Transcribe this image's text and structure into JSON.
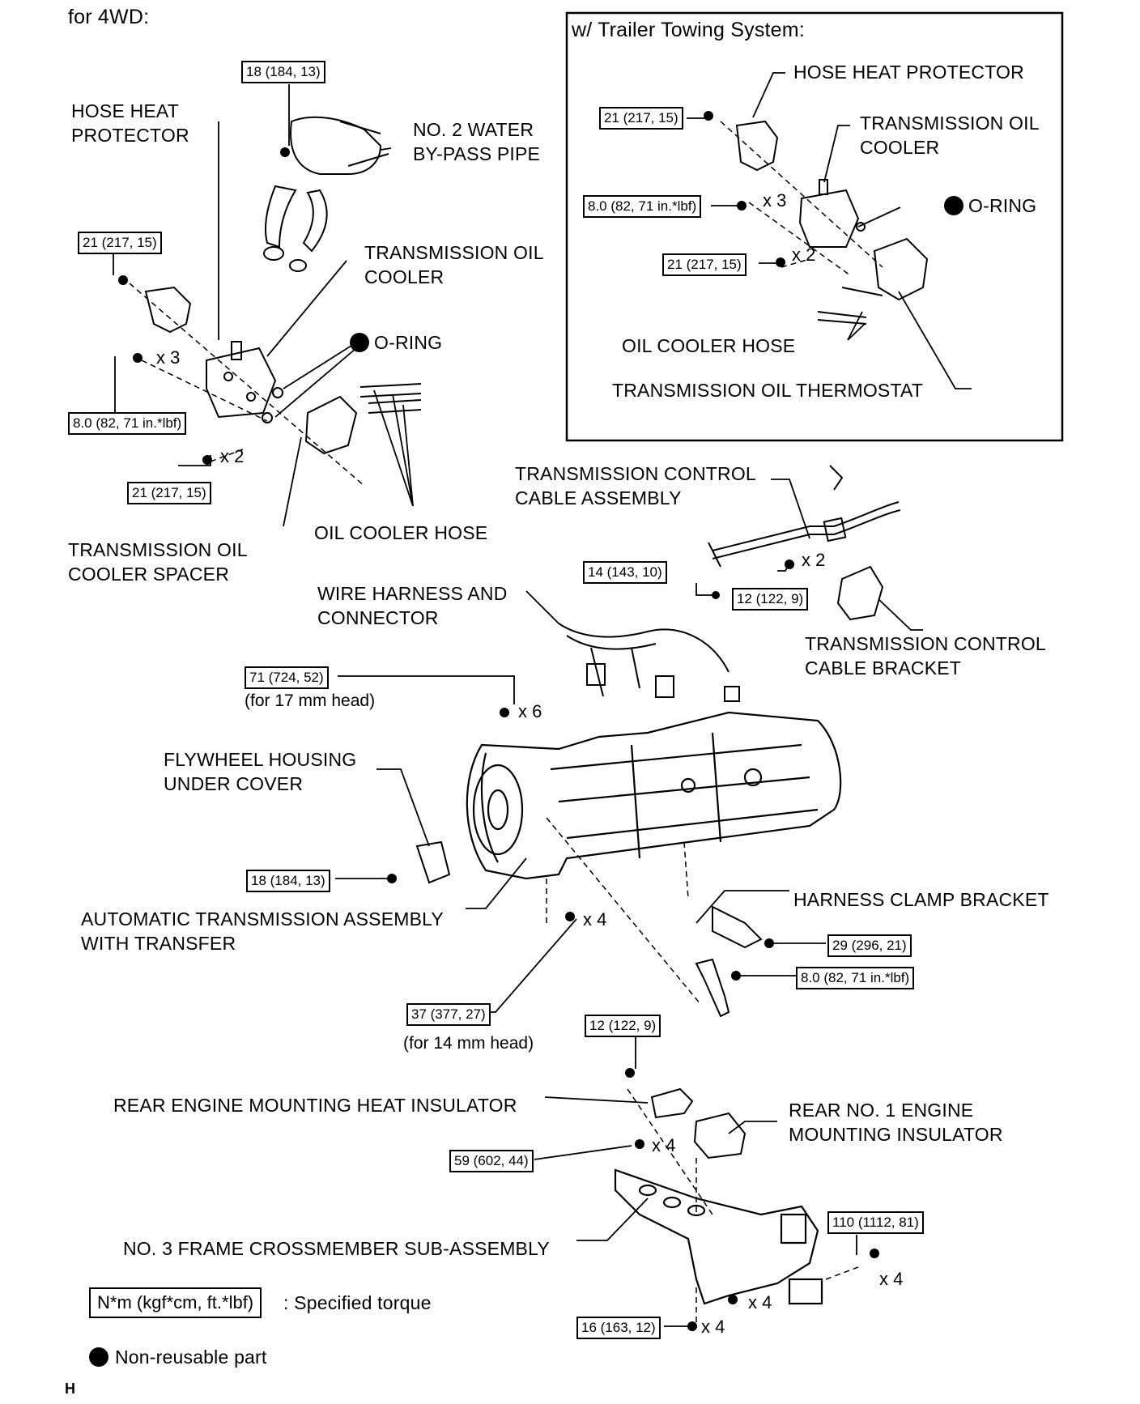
{
  "heading": "for 4WD:",
  "inset_title": "w/ Trailer Towing System:",
  "labels": {
    "hose_heat_protector": [
      "HOSE HEAT",
      "PROTECTOR"
    ],
    "no2_water_bypass_pipe": [
      "NO. 2 WATER",
      "BY-PASS PIPE"
    ],
    "trans_oil_cooler": [
      "TRANSMISSION OIL",
      "COOLER"
    ],
    "o_ring": "O-RING",
    "oil_cooler_hose": "OIL COOLER HOSE",
    "trans_oil_cooler_spacer": [
      "TRANSMISSION OIL",
      "COOLER SPACER"
    ],
    "inset_hose_heat_protector": "HOSE HEAT PROTECTOR",
    "inset_trans_oil_cooler": [
      "TRANSMISSION OIL",
      "COOLER"
    ],
    "inset_o_ring": "O-RING",
    "inset_oil_cooler_hose": "OIL COOLER HOSE",
    "inset_trans_oil_thermostat": "TRANSMISSION OIL THERMOSTAT",
    "trans_control_cable_assembly": [
      "TRANSMISSION CONTROL",
      "CABLE ASSEMBLY"
    ],
    "wire_harness_connector": [
      "WIRE HARNESS AND",
      "CONNECTOR"
    ],
    "trans_control_cable_bracket": [
      "TRANSMISSION CONTROL",
      "CABLE BRACKET"
    ],
    "flywheel_housing_under_cover": [
      "FLYWHEEL HOUSING",
      "UNDER COVER"
    ],
    "harness_clamp_bracket": "HARNESS CLAMP BRACKET",
    "auto_trans_assembly": [
      "AUTOMATIC TRANSMISSION ASSEMBLY",
      "WITH TRANSFER"
    ],
    "rear_engine_mounting_heat_insulator": "REAR ENGINE MOUNTING HEAT INSULATOR",
    "rear_no1_engine_mounting_insulator": [
      "REAR NO. 1 ENGINE",
      "MOUNTING INSULATOR"
    ],
    "no3_frame_crossmember": "NO. 3 FRAME CROSSMEMBER SUB-ASSEMBLY"
  },
  "torques": {
    "t_water_pipe": "18 (184, 13)",
    "t_hose_prot": "21 (217, 15)",
    "t_cooler_bolts": "8.0 (82, 71 in.*lbf)",
    "t_spacer": "21 (217, 15)",
    "t_inset_prot": "21 (217, 15)",
    "t_inset_cooler": "8.0 (82, 71 in.*lbf)",
    "t_inset_spacer": "21 (217, 15)",
    "t_cable_nut": "14 (143, 10)",
    "t_cable_bracket": "12 (122, 9)",
    "t_17mm": "71 (724, 52)",
    "t_flywheel": "18 (184, 13)",
    "t_harness_clamp": "29 (296, 21)",
    "t_harness_clamp_2": "8.0 (82, 71 in.*lbf)",
    "t_14mm": "37 (377, 27)",
    "t_heat_insulator": "12 (122, 9)",
    "t_mount": "59 (602, 44)",
    "t_crossmember_nut": "110 (1112, 81)",
    "t_crossmember_bolt": "16 (163, 12)"
  },
  "multipliers": {
    "m_cooler": "x 3",
    "m_spacer": "x 2",
    "m_inset_cooler": "x 3",
    "m_inset_spacer": "x 2",
    "m_cable_bracket": "x 2",
    "m_17mm": "x 6",
    "m_14mm": "x 4",
    "m_mount": "x 4",
    "m_cm_nut": "x 4",
    "m_cm_bolt": "x 4",
    "m_cm_bolt2": "x 4"
  },
  "notes": {
    "for_17mm": "(for 17 mm head)",
    "for_14mm": "(for 14 mm head)"
  },
  "legend": {
    "torque_box": "N*m (kgf*cm, ft.*lbf)",
    "torque_text": ": Specified torque",
    "non_reusable": "Non-reusable part"
  },
  "corner_mark": "H"
}
